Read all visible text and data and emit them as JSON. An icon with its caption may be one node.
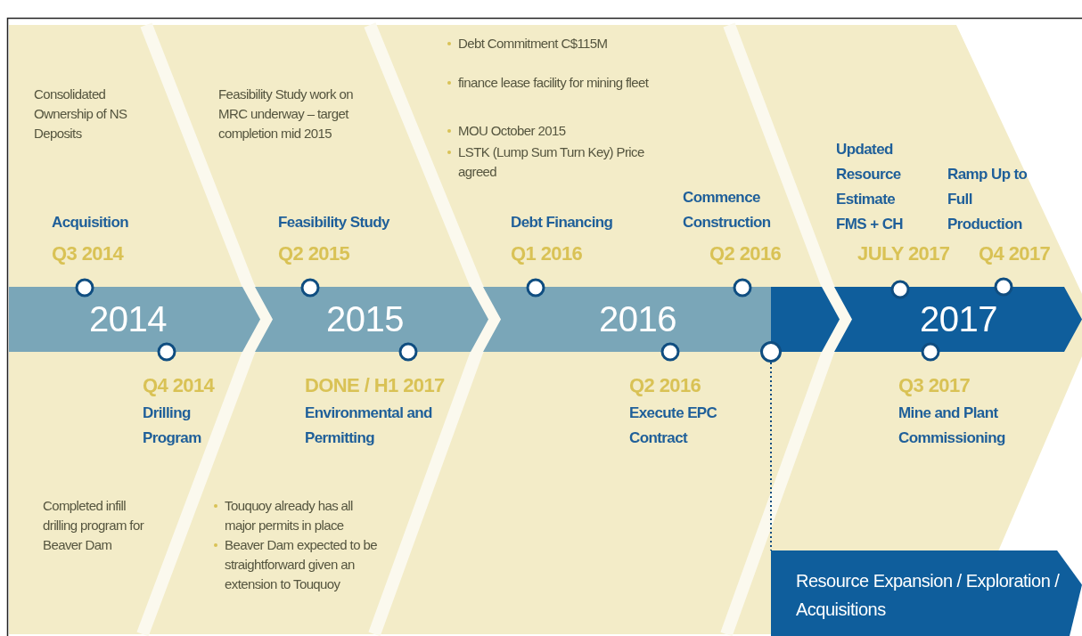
{
  "diagram": {
    "nodes": [
      {
        "text": [
          "2014"
        ]
      },
      {
        "text": [
          "2015"
        ]
      },
      {
        "text": [
          "2016"
        ]
      },
      {
        "text": [
          "2017"
        ]
      },
      {
        "text": [],
        "shape": "circle"
      },
      {
        "text": [
          "Resource Expansion / Exploration / Acquisitions"
        ]
      }
    ],
    "edges": [
      {
        "from": 4,
        "to": 5,
        "arrow": "none",
        "style": "dashed"
      }
    ],
    "labels": [
      "Consolidated Ownership of NS Deposits",
      "Feasibility Study work on MRC underway – target completion mid 2015",
      "Debt Commitment C$115M",
      "finance lease facility for mining fleet",
      "MOU October 2015",
      "LSTK (Lump Sum Turn Key) Price agreed",
      "Acquisition",
      "Q3 2014",
      "Feasibility Study",
      "Q2 2015",
      "Debt Financing",
      "Q1 2016",
      "Commence Construction",
      "Q2 2016",
      "Updated Resource Estimate FMS + CH",
      "JULY 2017",
      "Ramp Up to Full Production",
      "Q4 2017",
      "Q4 2014",
      "Drilling Program",
      "DONE / H1 2017",
      "Environmental and Permitting",
      "Q2 2016",
      "Execute EPC Contract",
      "Q3 2017",
      "Mine and Plant Commissioning",
      "Completed infill drilling program for Beaver Dam",
      "Touquoy already has all major permits in place",
      "Beaver Dam expected to be straightforward given an extension to Touquoy"
    ]
  }
}
